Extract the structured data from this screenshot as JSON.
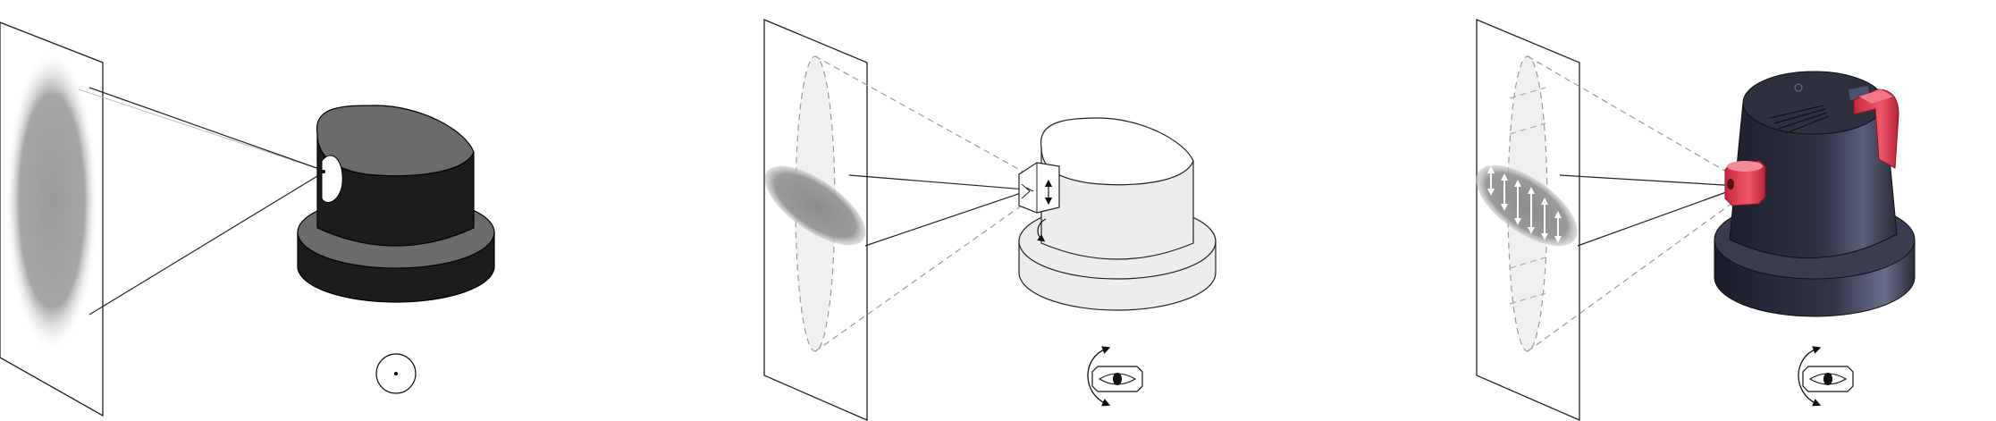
{
  "figure": {
    "panels": [
      {
        "name": "round-spray-cap",
        "cap_color": "#1c1c1c",
        "top_color": "#6b6b6b",
        "spray_pattern": "round"
      },
      {
        "name": "fan-spray-cap-line-drawing",
        "cap_color": "#ededed",
        "spray_pattern": "fan"
      },
      {
        "name": "fan-spray-cap-rendered",
        "cap_color": "#2a2c3a",
        "accent_color": "#e8485c",
        "spray_pattern": "fan"
      }
    ],
    "icons": [
      "round-nozzle-icon",
      "rotate-arrow-icon",
      "eye-icon"
    ]
  }
}
